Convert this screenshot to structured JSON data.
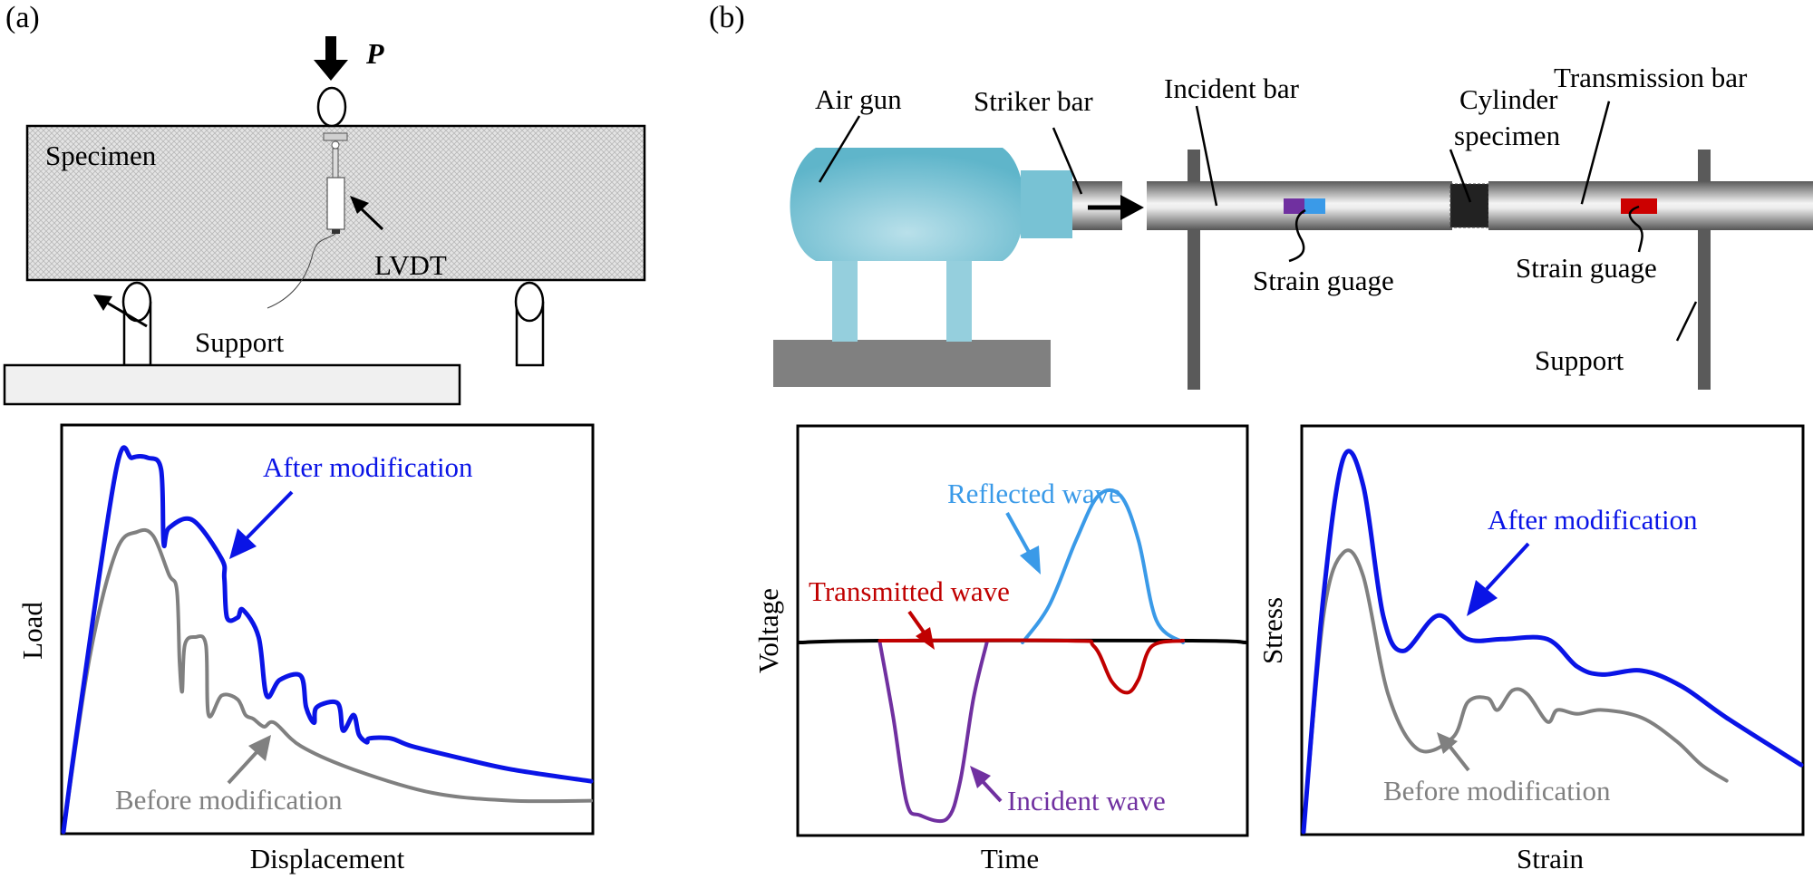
{
  "panel_a": {
    "label": "(a)",
    "setup": {
      "load_symbol": "P",
      "specimen_label": "Specimen",
      "lvdt_label": "LVDT",
      "support_label": "Support"
    }
  },
  "panel_b": {
    "label": "(b)",
    "setup": {
      "air_gun_label": "Air gun",
      "striker_bar_label": "Striker bar",
      "incident_bar_label": "Incident bar",
      "cylinder_specimen_label_line1": "Cylinder",
      "cylinder_specimen_label_line2": "specimen",
      "transmission_bar_label": "Transmission bar",
      "strain_gauge_incident_label": "Strain guage",
      "strain_gauge_transmission_label": "Strain guage",
      "support_label": "Support"
    }
  },
  "colors": {
    "after": "#0a14e6",
    "before": "#808080",
    "incident": "#7030a0",
    "reflected": "#3a9ae8",
    "transmitted": "#c00000",
    "air_gun": "#6cbcd0",
    "gauge_red": "#cc0000"
  },
  "chart_data": [
    {
      "id": "load-displacement",
      "type": "line",
      "title": "",
      "xlabel": "Displacement",
      "ylabel": "Load",
      "xlim": [
        0,
        1
      ],
      "ylim": [
        0,
        1
      ],
      "grid": false,
      "series": [
        {
          "name": "After modification",
          "color": "#0a14e6",
          "points": [
            [
              0,
              0
            ],
            [
              0.03,
              0.3
            ],
            [
              0.1,
              0.93
            ],
            [
              0.13,
              0.96
            ],
            [
              0.16,
              0.96
            ],
            [
              0.185,
              0.93
            ],
            [
              0.19,
              0.74
            ],
            [
              0.2,
              0.78
            ],
            [
              0.245,
              0.8
            ],
            [
              0.3,
              0.7
            ],
            [
              0.305,
              0.65
            ],
            [
              0.31,
              0.55
            ],
            [
              0.33,
              0.55
            ],
            [
              0.34,
              0.57
            ],
            [
              0.37,
              0.5
            ],
            [
              0.385,
              0.35
            ],
            [
              0.41,
              0.39
            ],
            [
              0.45,
              0.4
            ],
            [
              0.46,
              0.32
            ],
            [
              0.475,
              0.28
            ],
            [
              0.48,
              0.32
            ],
            [
              0.52,
              0.33
            ],
            [
              0.53,
              0.26
            ],
            [
              0.55,
              0.3
            ],
            [
              0.56,
              0.25
            ],
            [
              0.575,
              0.23
            ],
            [
              0.58,
              0.24
            ],
            [
              0.62,
              0.24
            ],
            [
              0.66,
              0.22
            ],
            [
              0.75,
              0.19
            ],
            [
              0.85,
              0.16
            ],
            [
              1,
              0.13
            ]
          ]
        },
        {
          "name": "Before modification",
          "color": "#808080",
          "points": [
            [
              0,
              0
            ],
            [
              0.05,
              0.45
            ],
            [
              0.1,
              0.72
            ],
            [
              0.14,
              0.77
            ],
            [
              0.17,
              0.76
            ],
            [
              0.2,
              0.66
            ],
            [
              0.215,
              0.62
            ],
            [
              0.22,
              0.44
            ],
            [
              0.225,
              0.36
            ],
            [
              0.23,
              0.48
            ],
            [
              0.25,
              0.5
            ],
            [
              0.27,
              0.48
            ],
            [
              0.275,
              0.3
            ],
            [
              0.3,
              0.35
            ],
            [
              0.33,
              0.34
            ],
            [
              0.345,
              0.3
            ],
            [
              0.36,
              0.29
            ],
            [
              0.38,
              0.27
            ],
            [
              0.4,
              0.28
            ],
            [
              0.45,
              0.22
            ],
            [
              0.55,
              0.16
            ],
            [
              0.7,
              0.1
            ],
            [
              0.85,
              0.08
            ],
            [
              1,
              0.08
            ]
          ]
        }
      ],
      "annotations": [
        "After modification",
        "Before modification"
      ]
    },
    {
      "id": "voltage-time",
      "type": "line",
      "title": "",
      "xlabel": "Time",
      "ylabel": "Voltage",
      "xlim": [
        0,
        1
      ],
      "ylim": [
        -1,
        1
      ],
      "grid": false,
      "series": [
        {
          "name": "Baseline",
          "color": "#000000",
          "points": [
            [
              0,
              0
            ],
            [
              0.18,
              0.01
            ],
            [
              0.88,
              0.01
            ],
            [
              1,
              0
            ]
          ]
        },
        {
          "name": "Incident wave",
          "color": "#7030a0",
          "points": [
            [
              0.18,
              0
            ],
            [
              0.21,
              -0.4
            ],
            [
              0.24,
              -0.86
            ],
            [
              0.27,
              -0.93
            ],
            [
              0.33,
              -0.95
            ],
            [
              0.36,
              -0.75
            ],
            [
              0.39,
              -0.3
            ],
            [
              0.42,
              0
            ]
          ]
        },
        {
          "name": "Reflected wave",
          "color": "#3a9ae8",
          "points": [
            [
              0.5,
              0
            ],
            [
              0.56,
              0.2
            ],
            [
              0.62,
              0.55
            ],
            [
              0.67,
              0.79
            ],
            [
              0.72,
              0.79
            ],
            [
              0.76,
              0.55
            ],
            [
              0.8,
              0.12
            ],
            [
              0.86,
              0
            ]
          ]
        },
        {
          "name": "Transmitted wave",
          "color": "#c00000",
          "points": [
            [
              0.18,
              0.01
            ],
            [
              0.6,
              0.01
            ],
            [
              0.66,
              -0.02
            ],
            [
              0.7,
              -0.21
            ],
            [
              0.735,
              -0.27
            ],
            [
              0.76,
              -0.2
            ],
            [
              0.79,
              -0.02
            ],
            [
              0.86,
              0.01
            ]
          ]
        }
      ],
      "annotations": [
        "Reflected wave",
        "Transmitted wave",
        "Incident wave"
      ]
    },
    {
      "id": "stress-strain",
      "type": "line",
      "title": "",
      "xlabel": "Strain",
      "ylabel": "Stress",
      "xlim": [
        0,
        1
      ],
      "ylim": [
        0,
        1
      ],
      "grid": false,
      "series": [
        {
          "name": "After modification",
          "color": "#0a14e6",
          "points": [
            [
              0,
              0
            ],
            [
              0.04,
              0.6
            ],
            [
              0.08,
              0.95
            ],
            [
              0.12,
              0.88
            ],
            [
              0.16,
              0.55
            ],
            [
              0.2,
              0.46
            ],
            [
              0.27,
              0.55
            ],
            [
              0.33,
              0.49
            ],
            [
              0.4,
              0.49
            ],
            [
              0.49,
              0.49
            ],
            [
              0.55,
              0.42
            ],
            [
              0.6,
              0.4
            ],
            [
              0.68,
              0.41
            ],
            [
              0.76,
              0.37
            ],
            [
              0.85,
              0.29
            ],
            [
              1,
              0.17
            ]
          ]
        },
        {
          "name": "Before modification",
          "color": "#808080",
          "points": [
            [
              0,
              0
            ],
            [
              0.04,
              0.55
            ],
            [
              0.08,
              0.71
            ],
            [
              0.12,
              0.65
            ],
            [
              0.17,
              0.35
            ],
            [
              0.23,
              0.21
            ],
            [
              0.3,
              0.24
            ],
            [
              0.33,
              0.33
            ],
            [
              0.37,
              0.34
            ],
            [
              0.39,
              0.31
            ],
            [
              0.42,
              0.36
            ],
            [
              0.45,
              0.35
            ],
            [
              0.49,
              0.28
            ],
            [
              0.51,
              0.31
            ],
            [
              0.55,
              0.3
            ],
            [
              0.6,
              0.31
            ],
            [
              0.68,
              0.29
            ],
            [
              0.75,
              0.23
            ],
            [
              0.8,
              0.17
            ],
            [
              0.85,
              0.13
            ]
          ]
        }
      ],
      "annotations": [
        "After modification",
        "Before modification"
      ]
    }
  ]
}
